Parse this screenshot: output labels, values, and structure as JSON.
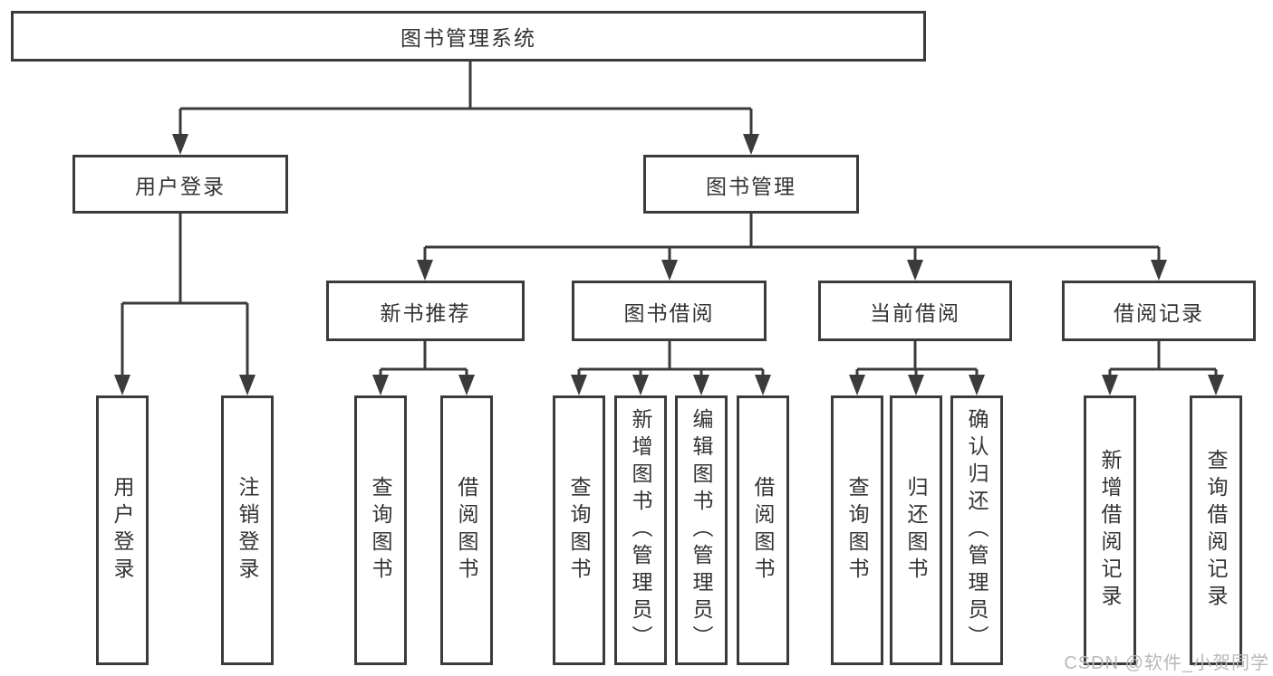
{
  "diagram": {
    "type": "hierarchy-tree",
    "root": {
      "label": "图书管理系统"
    },
    "level2": [
      {
        "label": "用户登录"
      },
      {
        "label": "图书管理"
      }
    ],
    "level3": [
      {
        "label": "新书推荐",
        "parent": "图书管理"
      },
      {
        "label": "图书借阅",
        "parent": "图书管理"
      },
      {
        "label": "当前借阅",
        "parent": "图书管理"
      },
      {
        "label": "借阅记录",
        "parent": "图书管理"
      }
    ],
    "leaves": [
      {
        "label": "用户登录",
        "parent": "用户登录"
      },
      {
        "label": "注销登录",
        "parent": "用户登录"
      },
      {
        "label": "查询图书",
        "parent": "新书推荐"
      },
      {
        "label": "借阅图书",
        "parent": "新书推荐"
      },
      {
        "label": "查询图书",
        "parent": "图书借阅"
      },
      {
        "label": "新增图书（管理员）",
        "parent": "图书借阅"
      },
      {
        "label": "编辑图书（管理员）",
        "parent": "图书借阅"
      },
      {
        "label": "借阅图书",
        "parent": "图书借阅"
      },
      {
        "label": "查询图书",
        "parent": "当前借阅"
      },
      {
        "label": "归还图书",
        "parent": "当前借阅"
      },
      {
        "label": "确认归还（管理员）",
        "parent": "当前借阅"
      },
      {
        "label": "新增借阅记录",
        "parent": "借阅记录"
      },
      {
        "label": "查询借阅记录",
        "parent": "借阅记录"
      }
    ]
  },
  "watermark": "CSDN @软件_小贺同学",
  "colors": {
    "line": "#3b3b3b",
    "text": "#333333",
    "box_bg": "#ffffff",
    "watermark": "#b9b9b9"
  }
}
